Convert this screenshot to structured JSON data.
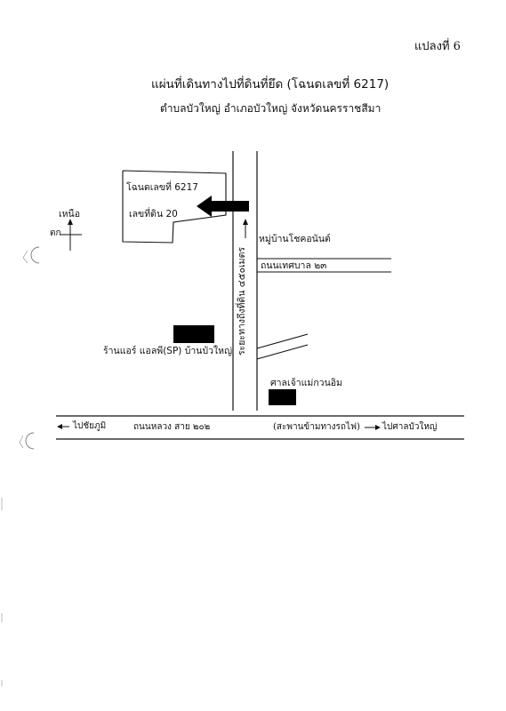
{
  "header": {
    "title": "แผ่นที่เดินทางไปที่ดินที่ยึด (โฉนดเลขที่ 6217)",
    "subtitle": "ตำบลบัวใหญ่ อำเภอบัวใหญ่ จังหวัดนครราชสีมา",
    "annotation": "แปลงที่ 6"
  },
  "compass": {
    "north_label": "เหนือ",
    "west_label": "ตก"
  },
  "parcel": {
    "deed_label": "โฉนดเลขที่ 6217",
    "plot_label": "เลขที่ดิน 20"
  },
  "labels": {
    "village": "หมู่บ้านโชคอนันต์",
    "municipal_road": "ถนนเทศบาล ๒๓",
    "distance": "ระยะทางถึงที่ดิน ๔๕๐เมตร",
    "shop": "ร้านแอร์ แอลพี(SP) บ้านบัวใหญ่",
    "shrine": "ศาลเจ้าแม่กวนอิม",
    "to_west": "ไปชัยภูมิ",
    "highway": "ถนนหลวง สาย ๒๐๒",
    "bridge": "(สะพานข้ามทางรถไฟ)",
    "to_east": "ไปศาลบัวใหญ่"
  },
  "colors": {
    "ink": "#111111",
    "redaction": "#000000",
    "paper": "#ffffff"
  },
  "icons": {
    "direction_arrow": "arrow-left-icon",
    "compass": "compass-cross-icon",
    "punch_holes": "punch-hole-icon"
  }
}
